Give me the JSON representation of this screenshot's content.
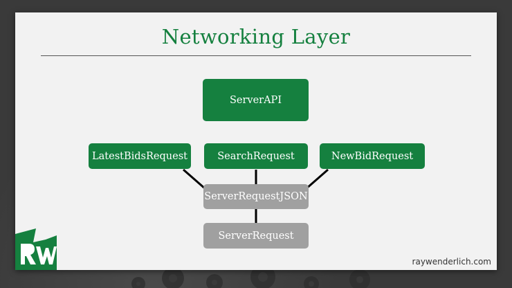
{
  "slide": {
    "title": "Networking Layer",
    "footer": "raywenderlich.com",
    "logo_icon": "raywenderlich-logo-icon",
    "accent_color": "#15803f",
    "muted_color": "#a0a0a0"
  },
  "diagram": {
    "top_node": "ServerAPI",
    "request_nodes": [
      "LatestBidsRequest",
      "SearchRequest",
      "NewBidRequest"
    ],
    "json_node": "ServerRequestJSON",
    "base_node": "ServerRequest"
  }
}
